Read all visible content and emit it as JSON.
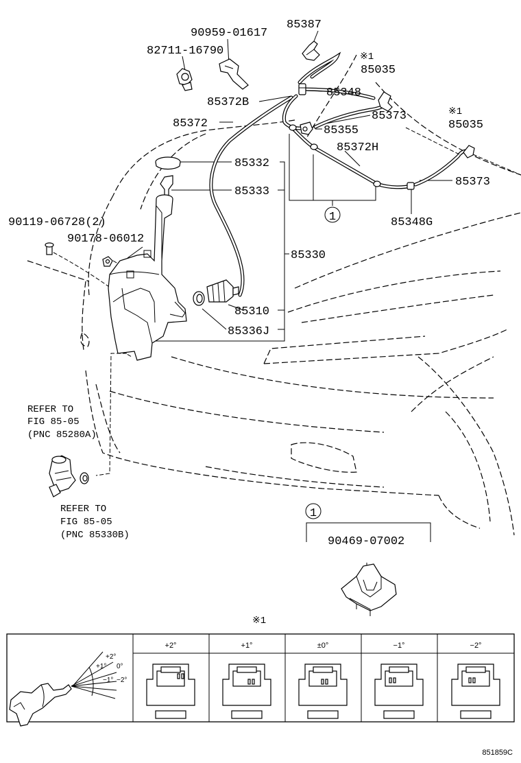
{
  "diagram": {
    "part_labels": {
      "p85387": "85387",
      "p90959_01617": "90959-01617",
      "p82711_16790": "82711-16790",
      "p85035_a": "85035",
      "p85348": "85348",
      "p85372B": "85372B",
      "p85373_a": "85373",
      "p85372": "85372",
      "p85355": "85355",
      "p85035_b": "85035",
      "p85372H": "85372H",
      "p85332": "85332",
      "p85333": "85333",
      "p85373_b": "85373",
      "p90119_06728": "90119-06728(2)",
      "p85348G": "85348G",
      "p90178_06012": "90178-06012",
      "p85330": "85330",
      "p85310": "85310",
      "p85336J": "85336J",
      "p90469_07002": "90469-07002"
    },
    "callout_one": "1",
    "note_mark": "※1",
    "refer_upper": {
      "line1": "REFER TO",
      "line2": "FIG 85-05",
      "line3": "(PNC 85280A)"
    },
    "refer_lower": {
      "line1": "REFER TO",
      "line2": "FIG 85-05",
      "line3": "(PNC 85330B)"
    },
    "angle_table": {
      "headers": [
        "+2°",
        "+1°",
        "±0°",
        "−1°",
        "−2°"
      ],
      "inset_angles": [
        "+2°",
        "+1°",
        "0°",
        "−1°",
        "−2°"
      ]
    },
    "figure_code": "851859C"
  }
}
